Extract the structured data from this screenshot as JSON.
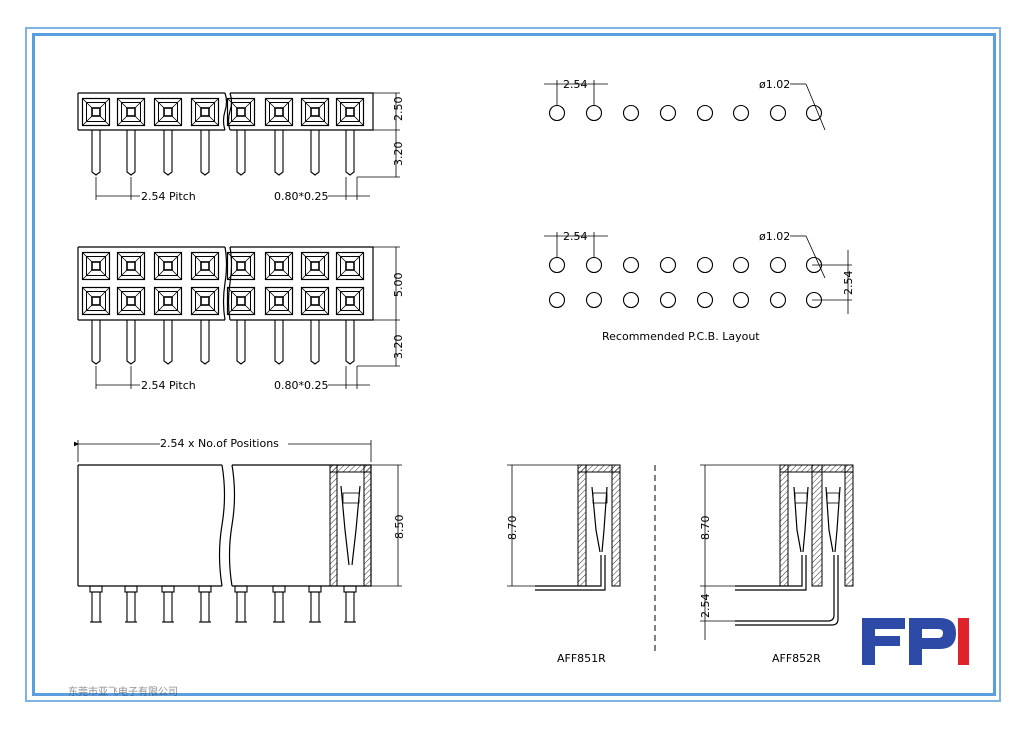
{
  "labels": {
    "pitch_top": "2.54 Pitch",
    "pin_size_top": "0.80*0.25",
    "dim_250": "2.50",
    "dim_320_top": "3.20",
    "pitch_mid": "2.54 Pitch",
    "pin_size_mid": "0.80*0.25",
    "dim_500": "5.00",
    "dim_320_mid": "3.20",
    "positions": "2.54 x No.of Positions",
    "dim_850": "8.50",
    "pcb_pitch_1": "2.54",
    "pcb_hole_1": "ø1.02",
    "pcb_pitch_2": "2.54",
    "pcb_hole_2": "ø1.02",
    "pcb_row_pitch": "2.54",
    "pcb_caption": "Recommended P.C.B. Layout",
    "dim_870_a": "8.70",
    "dim_870_b": "8.70",
    "dim_254_b": "2.54",
    "part_a": "AFF851R",
    "part_b": "AFF852R",
    "footer_note": "东莞市亚飞电子有限公司"
  },
  "logo": {
    "text": "FPI",
    "colors": {
      "f": "#2d4aa6",
      "p": "#2d4aa6",
      "i": "#e0232b"
    }
  },
  "colors": {
    "frame_outer": "#7fb2e5",
    "frame_inner": "#5a9ee0"
  }
}
